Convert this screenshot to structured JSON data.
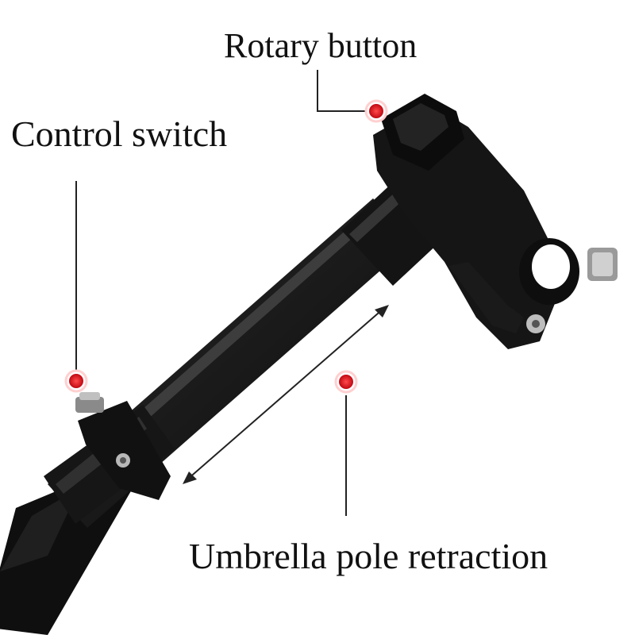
{
  "labels": {
    "rotary_button": "Rotary button",
    "control_switch": "Control switch",
    "pole_retraction": "Umbrella pole retraction"
  },
  "colors": {
    "marker": "#d0101c",
    "leader_line": "#222222",
    "pole": "#1b1b1b"
  }
}
